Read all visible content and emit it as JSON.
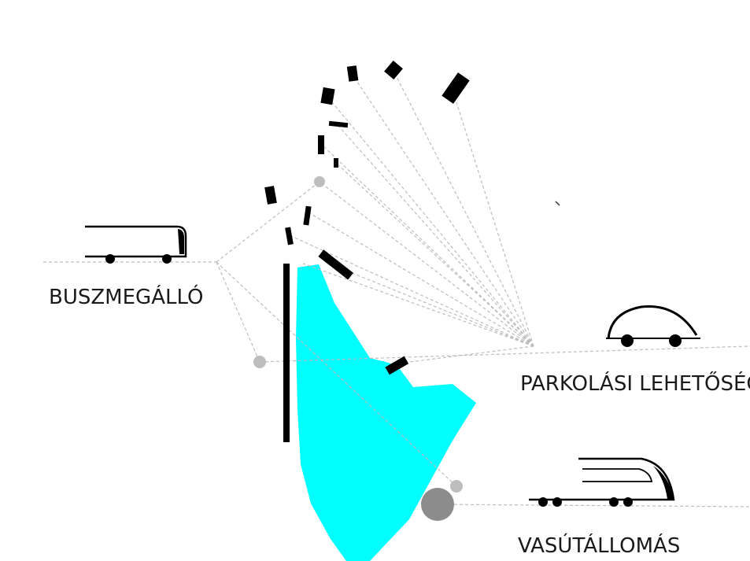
{
  "labels": {
    "bus_stop": "BUSZMEGÁLLÓ",
    "parking": "PARKOLÁSI LEHETŐSÉG",
    "train_station": "VASÚTÁLLOMÁS"
  },
  "icons": {
    "bus": "bus-icon",
    "car": "car-icon",
    "train": "train-icon"
  },
  "colors": {
    "site_area": "#00ffff",
    "buildings": "#000000",
    "guide_lines": "#bdbdbd",
    "nodes": "#bdbdbd",
    "station_node": "#8c8c8c"
  }
}
